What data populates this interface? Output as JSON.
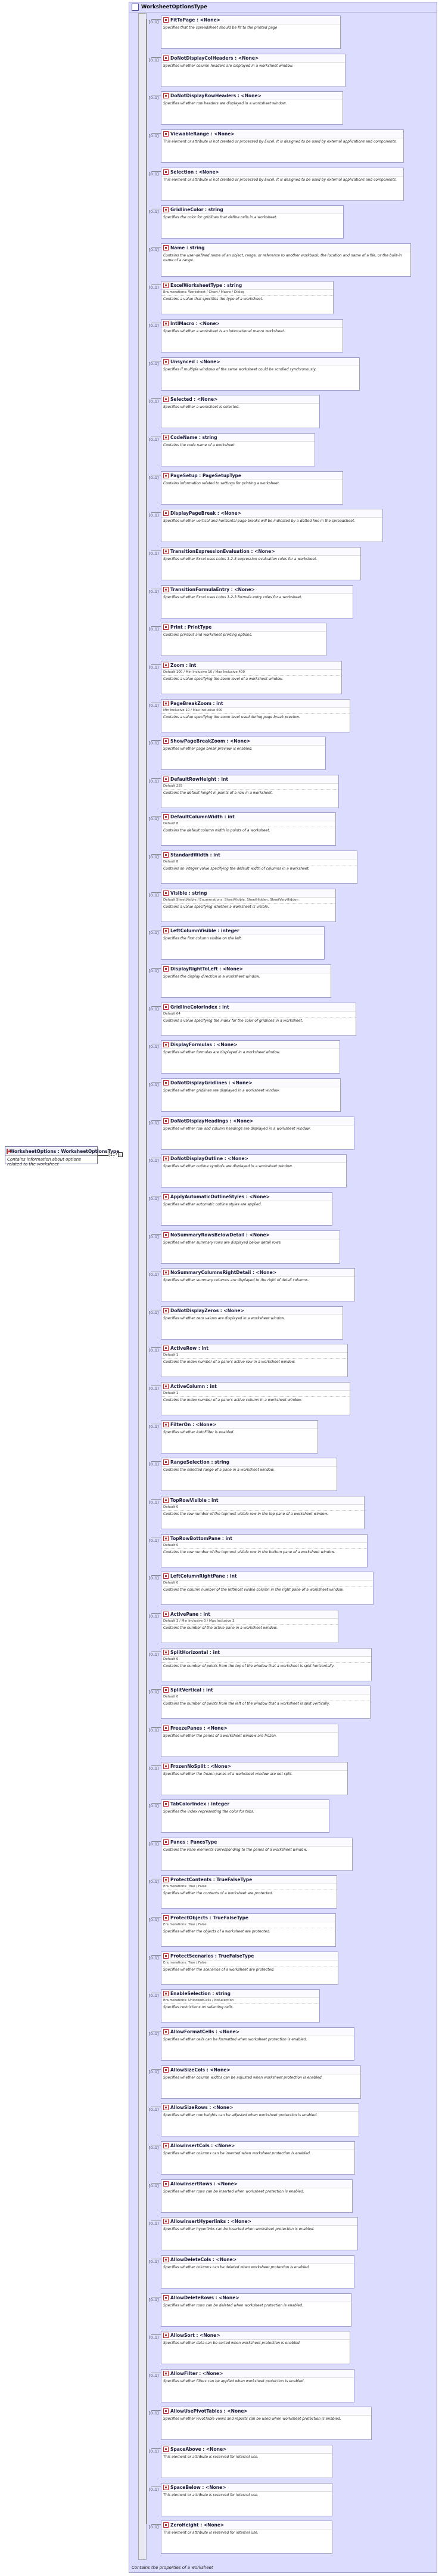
{
  "root": {
    "name": "WorksheetOptions : WorksheetOptionsType",
    "description": "Contains information about options related to the worksheet"
  },
  "complex_type": {
    "name": "WorksheetOptionsType",
    "description": "Contains the properties of a worksheet"
  },
  "sequence_label": "[1..*]",
  "elements": [
    {
      "name": "FitToPage : <None>",
      "desc": "Specifies that the spreadsheet should be fit to the printed page"
    },
    {
      "name": "DoNotDisplayColHeaders : <None>",
      "desc": "Specifies whether column headers are displayed in a worksheet window."
    },
    {
      "name": "DoNotDisplayRowHeaders : <None>",
      "desc": "Specifies whether row headers are displayed in a worksheet window."
    },
    {
      "name": "ViewableRange : <None>",
      "desc": "This element or attribute is not created or processed by Excel. It is designed to be used by external applications and components."
    },
    {
      "name": "Selection : <None>",
      "desc": "This element or attribute is not created or processed by Excel. It is designed to be used by external applications and components."
    },
    {
      "name": "GridlineColor : string",
      "desc": "Specifies the color for gridlines that define cells in a worksheet."
    },
    {
      "name": "Name : string",
      "desc": "Contains the user-defined name of an object, range, or reference to another workbook, the location and name of a file, or the built-in name of a range."
    },
    {
      "name": "ExcelWorksheetType : string",
      "meta": "Enumerations: Worksheet / Chart / Macro / Dialog",
      "desc": "Contains a value that specifies the type of a worksheet."
    },
    {
      "name": "IntlMacro : <None>",
      "desc": "Specifies whether a worksheet is an international macro worksheet."
    },
    {
      "name": "Unsynced : <None>",
      "desc": "Specifies if multiple windows of the same worksheet could be scrolled synchronously."
    },
    {
      "name": "Selected : <None>",
      "desc": "Specifies whether a worksheet is selected."
    },
    {
      "name": "CodeName : string",
      "desc": "Contains the code name of a worksheet"
    },
    {
      "name": "PageSetup : PageSetupType",
      "desc": "Contains information related to settings for printing a worksheet."
    },
    {
      "name": "DisplayPageBreak : <None>",
      "desc": "Specifies whether vertical and horizontal page breaks will be indicated by a dotted line in the spreadsheet."
    },
    {
      "name": "TransitionExpressionEvaluation : <None>",
      "desc": "Specifies whether Excel uses Lotus 1-2-3 expression evaluation rules for a worksheet."
    },
    {
      "name": "TransitionFormulaEntry : <None>",
      "desc": "Specifies whether Excel uses Lotus 1-2-3 formula entry rules for a worksheet."
    },
    {
      "name": "Print : PrintType",
      "desc": "Contains printout and worksheet printing options."
    },
    {
      "name": "Zoom : int",
      "meta": "Default 100 / Min Inclusive 10 / Max Inclusive 400",
      "desc": "Contains a value specifying the zoom level of a worksheet window."
    },
    {
      "name": "PageBreakZoom : int",
      "meta": "Min Inclusive 10 / Max Inclusive 400",
      "desc": "Contains a value specifying the zoom level used during page break preview."
    },
    {
      "name": "ShowPageBreakZoom : <None>",
      "desc": "Specifies whether page break preview is enabled."
    },
    {
      "name": "DefaultRowHeight : int",
      "meta": "Default 255",
      "desc": "Contains the default height in points of a row in a worksheet."
    },
    {
      "name": "DefaultColumnWidth : int",
      "meta": "Default 8",
      "desc": "Contains the default column width in points of a worksheet."
    },
    {
      "name": "StandardWidth : int",
      "meta": "Default 8",
      "desc": "Contains an integer value specifying the default width of columns in a worksheet."
    },
    {
      "name": "Visible : string",
      "meta": "Default SheetVisible / Enumerations: SheetVisible, SheetHidden, SheetVeryHidden",
      "desc": "Contains a value specifying whether a worksheet is visible."
    },
    {
      "name": "LeftColumnVisible : integer",
      "desc": "Specifies the first column visible on the left."
    },
    {
      "name": "DisplayRightToLeft : <None>",
      "desc": "Specifies the display direction in a worksheet window."
    },
    {
      "name": "GridlineColorIndex : int",
      "meta": "Default 64",
      "desc": "Contains a value specifying the index for the color of gridlines in a worksheet."
    },
    {
      "name": "DisplayFormulas : <None>",
      "desc": "Specifies whether formulas are displayed in a worksheet window."
    },
    {
      "name": "DoNotDisplayGridlines : <None>",
      "desc": "Specifies whether gridlines are displayed in a worksheet window."
    },
    {
      "name": "DoNotDisplayHeadings : <None>",
      "desc": "Specifies whether row and column headings are displayed in a worksheet window."
    },
    {
      "name": "DoNotDisplayOutline : <None>",
      "desc": "Specifies whether outline symbols are displayed in a worksheet window."
    },
    {
      "name": "ApplyAutomaticOutlineStyles : <None>",
      "desc": "Specifies whether automatic outline styles are applied."
    },
    {
      "name": "NoSummaryRowsBelowDetail : <None>",
      "desc": "Specifies whether summary rows are displayed below detail rows."
    },
    {
      "name": "NoSummaryColumnsRightDetail : <None>",
      "desc": "Specifies whether summary columns are displayed to the right of detail columns."
    },
    {
      "name": "DoNotDisplayZeros : <None>",
      "desc": "Specifies whether zero values are displayed in a worksheet window."
    },
    {
      "name": "ActiveRow : int",
      "meta": "Default 1",
      "desc": "Contains the index number of a pane's active row in a worksheet window."
    },
    {
      "name": "ActiveColumn : int",
      "meta": "Default 1",
      "desc": "Contains the index number of a pane's active column in a worksheet window."
    },
    {
      "name": "FilterOn : <None>",
      "desc": "Specifies whether AutoFilter is enabled."
    },
    {
      "name": "RangeSelection : string",
      "desc": "Contains the selected range of a pane in a worksheet window."
    },
    {
      "name": "TopRowVisible : int",
      "meta": "Default 0",
      "desc": "Contains the row number of the topmost visible row in the top pane of a worksheet window."
    },
    {
      "name": "TopRowBottomPane : int",
      "meta": "Default 0",
      "desc": "Contains the row number of the topmost visible row in the bottom pane of a worksheet window."
    },
    {
      "name": "LeftColumnRightPane : int",
      "meta": "Default 0",
      "desc": "Contains the column number of the leftmost visible column in the right pane of a worksheet window."
    },
    {
      "name": "ActivePane : int",
      "meta": "Default 3 / Min Inclusive 0 / Max Inclusive 3",
      "desc": "Contains the number of the active pane in a worksheet window."
    },
    {
      "name": "SplitHorizontal : int",
      "meta": "Default 0",
      "desc": "Contains the number of points from the top of the window that a worksheet is split horizontally."
    },
    {
      "name": "SplitVertical : int",
      "meta": "Default 0",
      "desc": "Contains the number of points from the left of the window that a worksheet is split vertically."
    },
    {
      "name": "FreezePanes : <None>",
      "desc": "Specifies whether the panes of a worksheet window are frozen."
    },
    {
      "name": "FrozenNoSplit : <None>",
      "desc": "Specifies whether the frozen panes of a worksheet window are not split."
    },
    {
      "name": "TabColorIndex : integer",
      "desc": "Specifies the index representing the color for tabs."
    },
    {
      "name": "Panes : PanesType",
      "desc": "Contains the Pane elements corresponding to the panes of a worksheet window."
    },
    {
      "name": "ProtectContents : TrueFalseType",
      "meta": "Enumerations: True / False",
      "desc": "Specifies whether the contents of a worksheet are protected."
    },
    {
      "name": "ProtectObjects : TrueFalseType",
      "meta": "Enumerations: True / False",
      "desc": "Specifies whether the objects of a worksheet are protected."
    },
    {
      "name": "ProtectScenarios : TrueFalseType",
      "meta": "Enumerations: True / False",
      "desc": "Specifies whether the scenarios of a worksheet are protected."
    },
    {
      "name": "EnableSelection : string",
      "meta": "Enumerations: UnlockedCells / NoSelection",
      "desc": "Specifies restrictions on selecting cells."
    },
    {
      "name": "AllowFormatCells : <None>",
      "desc": "Specifies whether cells can be formatted when worksheet protection is enabled."
    },
    {
      "name": "AllowSizeCols : <None>",
      "desc": "Specifies whether column widths can be adjusted when worksheet protection is enabled."
    },
    {
      "name": "AllowSizeRows : <None>",
      "desc": "Specifies whether row heights can be adjusted when worksheet protection is enabled."
    },
    {
      "name": "AllowInsertCols : <None>",
      "desc": "Specifies whether columns can be inserted when worksheet protection is enabled."
    },
    {
      "name": "AllowInsertRows : <None>",
      "desc": "Specifies whether rows can be inserted when worksheet protection is enabled."
    },
    {
      "name": "AllowInsertHyperlinks : <None>",
      "desc": "Specifies whether hyperlinks can be inserted when worksheet protection is enabled."
    },
    {
      "name": "AllowDeleteCols : <None>",
      "desc": "Specifies whether columns can be deleted when worksheet protection is enabled."
    },
    {
      "name": "AllowDeleteRows : <None>",
      "desc": "Specifies whether rows can be deleted when worksheet protection is enabled."
    },
    {
      "name": "AllowSort : <None>",
      "desc": "Specifies whether data can be sorted when worksheet protection is enabled."
    },
    {
      "name": "AllowFilter : <None>",
      "desc": "Specifies whether filters can be applied when worksheet protection is enabled."
    },
    {
      "name": "AllowUsePivotTables : <None>",
      "desc": "Specifies whether PivotTable views and reports can be used when worksheet protection is enabled."
    },
    {
      "name": "SpaceAbove : <None>",
      "desc": "This element or attribute is reserved for internal use."
    },
    {
      "name": "SpaceBelow : <None>",
      "desc": "This element or attribute is reserved for internal use."
    },
    {
      "name": "ZeroHeight : <None>",
      "desc": "This element or attribute is reserved for internal use."
    }
  ],
  "occurrence_label": "[0..1]",
  "colors": {
    "border": "#9f9fcf",
    "accent": "#b73333",
    "band": "#dcdcff"
  }
}
